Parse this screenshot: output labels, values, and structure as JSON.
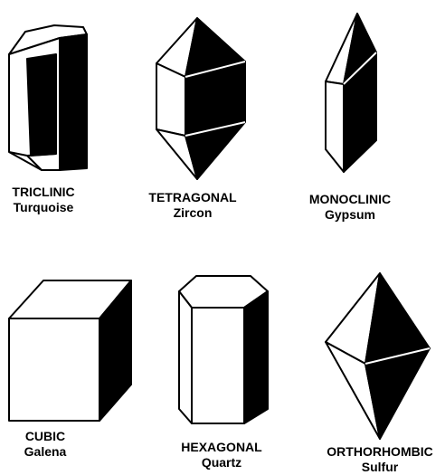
{
  "crystals": [
    {
      "system": "TRICLINIC",
      "mineral": "Turquoise",
      "icon": "triclinic-crystal-icon"
    },
    {
      "system": "TETRAGONAL",
      "mineral": "Zircon",
      "icon": "tetragonal-crystal-icon"
    },
    {
      "system": "MONOCLINIC",
      "mineral": "Gypsum",
      "icon": "monoclinic-crystal-icon"
    },
    {
      "system": "CUBIC",
      "mineral": "Galena",
      "icon": "cubic-crystal-icon"
    },
    {
      "system": "HEXAGONAL",
      "mineral": "Quartz",
      "icon": "hexagonal-crystal-icon"
    },
    {
      "system": "ORTHORHOMBIC",
      "mineral": "Sulfur",
      "icon": "orthorhombic-crystal-icon"
    }
  ],
  "colors": {
    "fill_dark": "#000000",
    "fill_light": "#ffffff",
    "stroke": "#000000"
  }
}
